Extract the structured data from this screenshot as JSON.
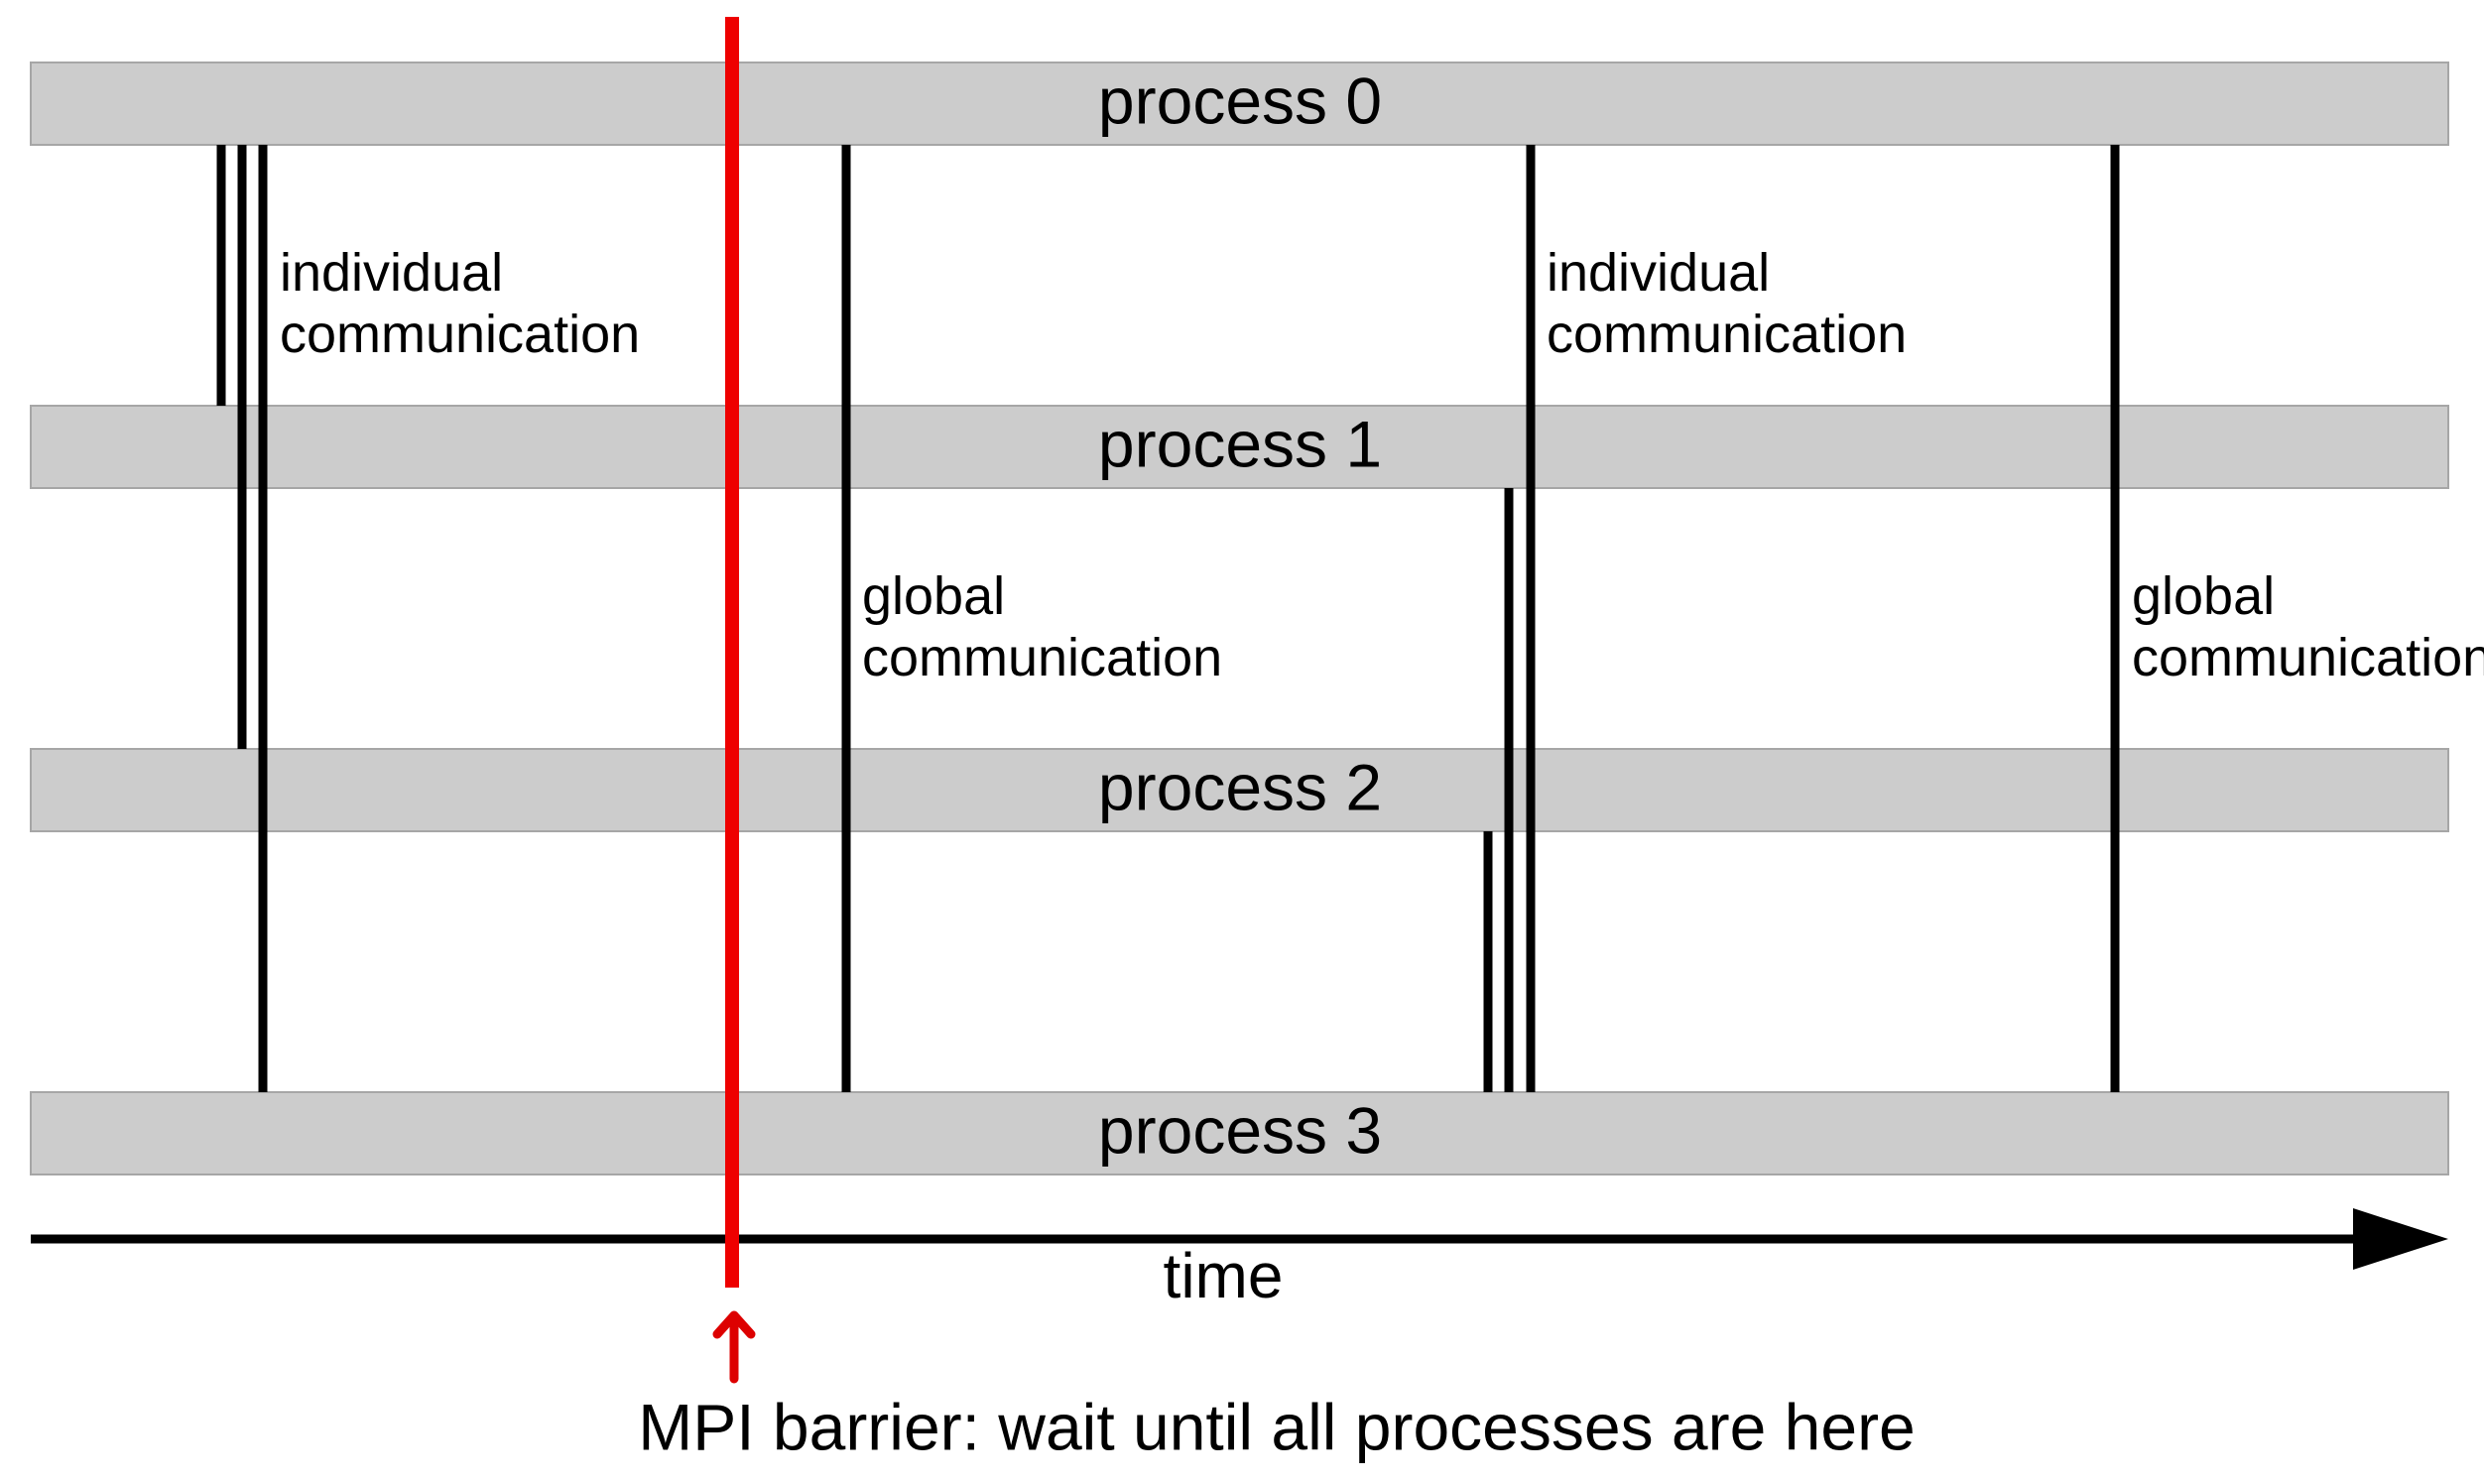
{
  "processes": [
    {
      "label": "process 0"
    },
    {
      "label": "process 1"
    },
    {
      "label": "process 2"
    },
    {
      "label": "process 3"
    }
  ],
  "annotations": {
    "individual_left": {
      "line1": "individual",
      "line2": "communication"
    },
    "individual_right": {
      "line1": "individual",
      "line2": "communication"
    },
    "global_left": {
      "line1": "global",
      "line2": "communication"
    },
    "global_right": {
      "line1": "global",
      "line2": "communication"
    }
  },
  "axis": {
    "label": "time"
  },
  "barrier": {
    "label": "MPI barrier: wait until all processes are here",
    "color": "#ee0000"
  },
  "colors": {
    "band_fill": "#cccccc",
    "band_stroke": "#a6a6a6",
    "line": "#000000"
  }
}
